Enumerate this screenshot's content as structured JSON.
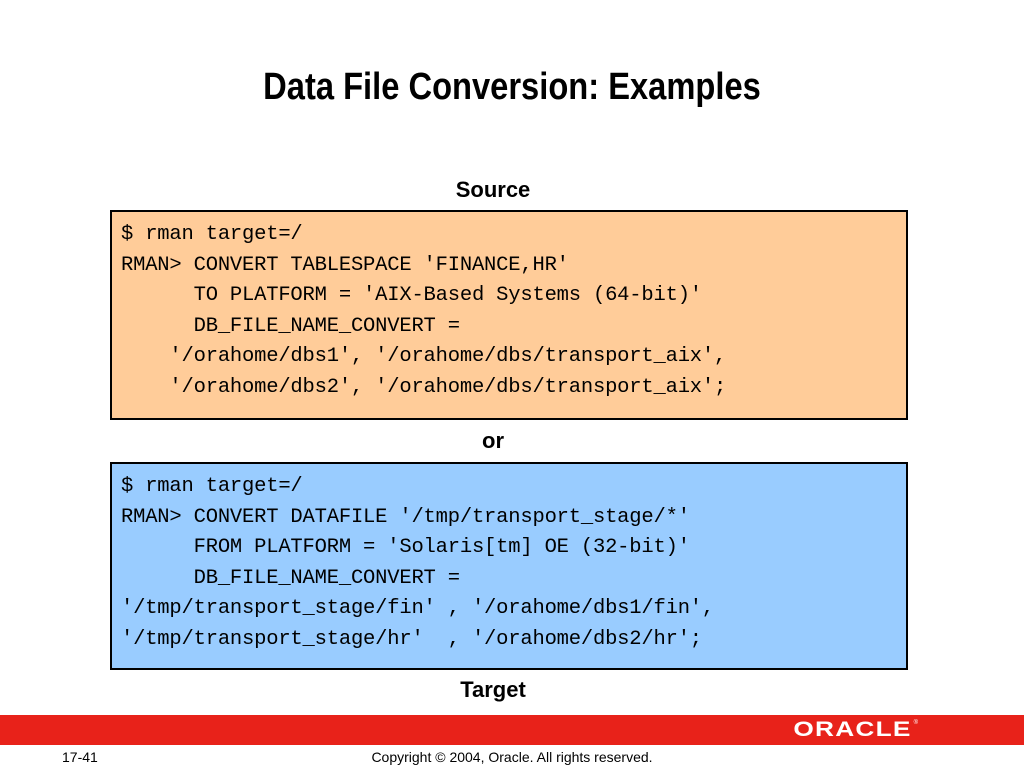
{
  "slide": {
    "title": "Data File Conversion: Examples",
    "source_caption": "Source",
    "or_caption": "or",
    "target_caption": "Target"
  },
  "source_code": {
    "background": "#ffcc99",
    "lines": [
      "$ rman target=/",
      "RMAN> CONVERT TABLESPACE 'FINANCE,HR'",
      "      TO PLATFORM = 'AIX-Based Systems (64-bit)'",
      "      DB_FILE_NAME_CONVERT =",
      "    '/orahome/dbs1', '/orahome/dbs/transport_aix',",
      "    '/orahome/dbs2', '/orahome/dbs/transport_aix';"
    ]
  },
  "target_code": {
    "background": "#99ccff",
    "lines": [
      "$ rman target=/",
      "RMAN> CONVERT DATAFILE '/tmp/transport_stage/*'",
      "      FROM PLATFORM = 'Solaris[tm] OE (32-bit)'",
      "      DB_FILE_NAME_CONVERT =",
      "'/tmp/transport_stage/fin' , '/orahome/dbs1/fin',",
      "'/tmp/transport_stage/hr'  , '/orahome/dbs2/hr';"
    ]
  },
  "footer": {
    "bar_color": "#e8221a",
    "logo_text": "ORACLE",
    "logo_mark": "®",
    "page_number": "17-41",
    "copyright": "Copyright © 2004, Oracle.  All rights reserved."
  }
}
